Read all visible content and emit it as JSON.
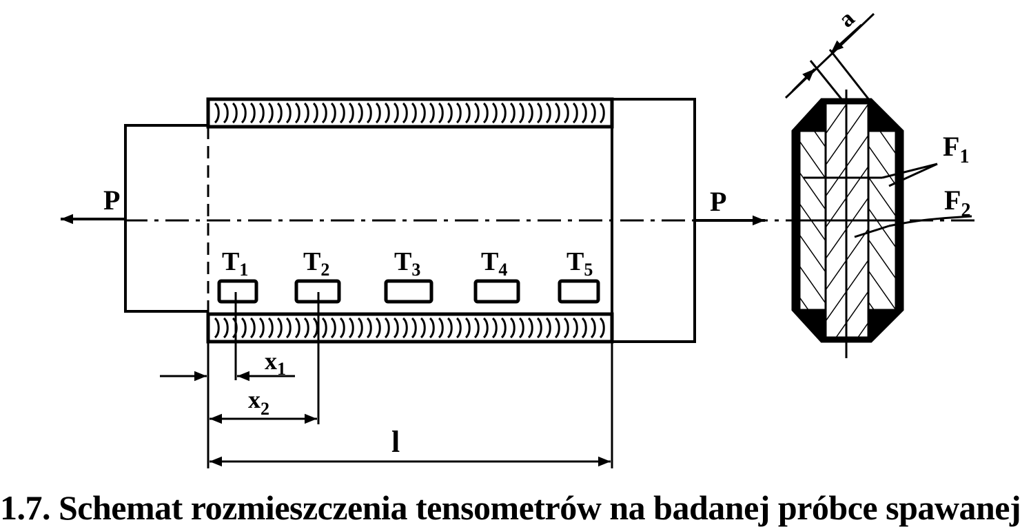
{
  "diagram": {
    "load_label_left": "P",
    "load_label_right": "P",
    "gauges": [
      {
        "label": "T",
        "sub": "1"
      },
      {
        "label": "T",
        "sub": "2"
      },
      {
        "label": "T",
        "sub": "3"
      },
      {
        "label": "T",
        "sub": "4"
      },
      {
        "label": "T",
        "sub": "5"
      }
    ],
    "dimensions": {
      "x1": {
        "label": "x",
        "sub": "1"
      },
      "x2": {
        "label": "x",
        "sub": "2"
      },
      "length": "l"
    },
    "section": {
      "throat_label": "a",
      "f1": {
        "label": "F",
        "sub": "1"
      },
      "f2": {
        "label": "F",
        "sub": "2"
      }
    }
  },
  "caption": "1.7. Schemat rozmieszczenia tensometrów na badanej próbce spawanej"
}
